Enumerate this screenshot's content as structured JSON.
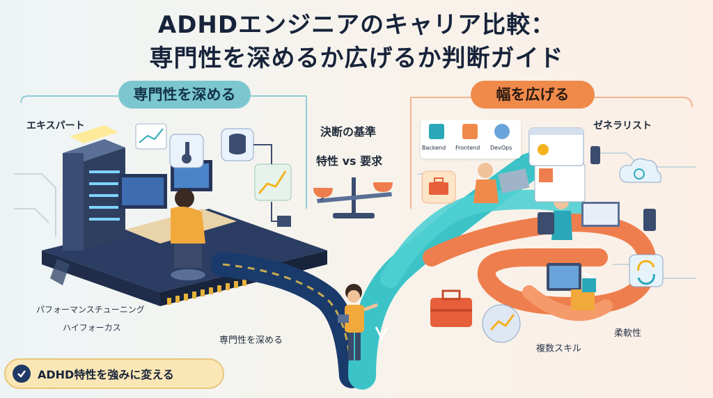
{
  "title": {
    "line1": "ADHDエンジニアのキャリア比較：",
    "line2": "専門性を深めるか広げるか判断ガイド"
  },
  "left": {
    "pill": "専門性を深める",
    "expert_label": "エキスパート",
    "tuning_label": "パフォーマンスチューニング",
    "hyperfocus_label": "ハイフォーカス",
    "deepen_label": "専門性を深める"
  },
  "center": {
    "criteria_title": "決断の基準",
    "criteria_sub": "特性 vs 要求"
  },
  "right": {
    "pill": "幅を広げる",
    "generalist_label": "ゼネラリスト",
    "stack": [
      "Backend",
      "Frontend",
      "DevOps"
    ],
    "flex_label": "柔軟性",
    "multi_skill_label": "複数スキル"
  },
  "badge": {
    "label": "ADHD特性を強みに変える"
  },
  "colors": {
    "left_accent": "#2aa7b8",
    "right_accent": "#f08a4b",
    "road_blue": "#1a3a6b",
    "road_teal": "#3cc3c7",
    "road_orange": "#ee7e4d",
    "badge_bg": "#fbe7b5",
    "checkmark": "#1f3a66"
  }
}
